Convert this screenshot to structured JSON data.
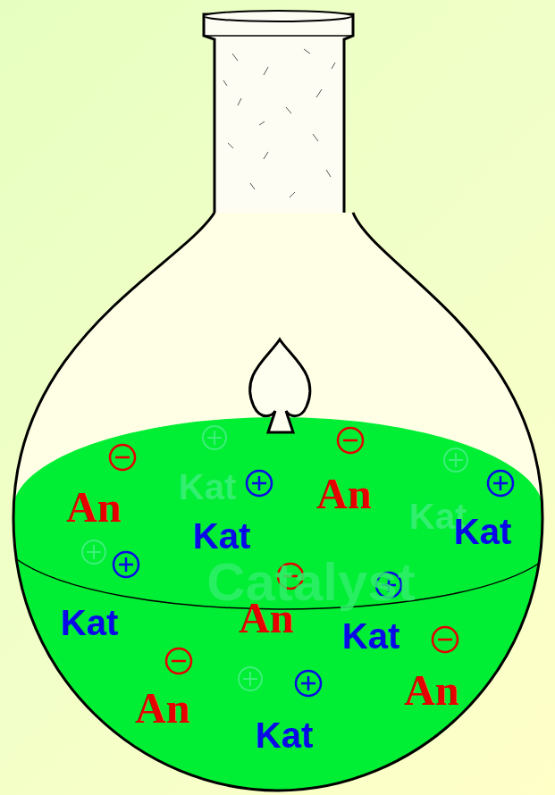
{
  "diagram": {
    "labels": [
      "An",
      "An",
      "An",
      "An",
      "An",
      "Kat",
      "Kat",
      "Kat",
      "Kat",
      "Kat",
      "Catalyst",
      "Kat",
      "Kat"
    ]
  }
}
